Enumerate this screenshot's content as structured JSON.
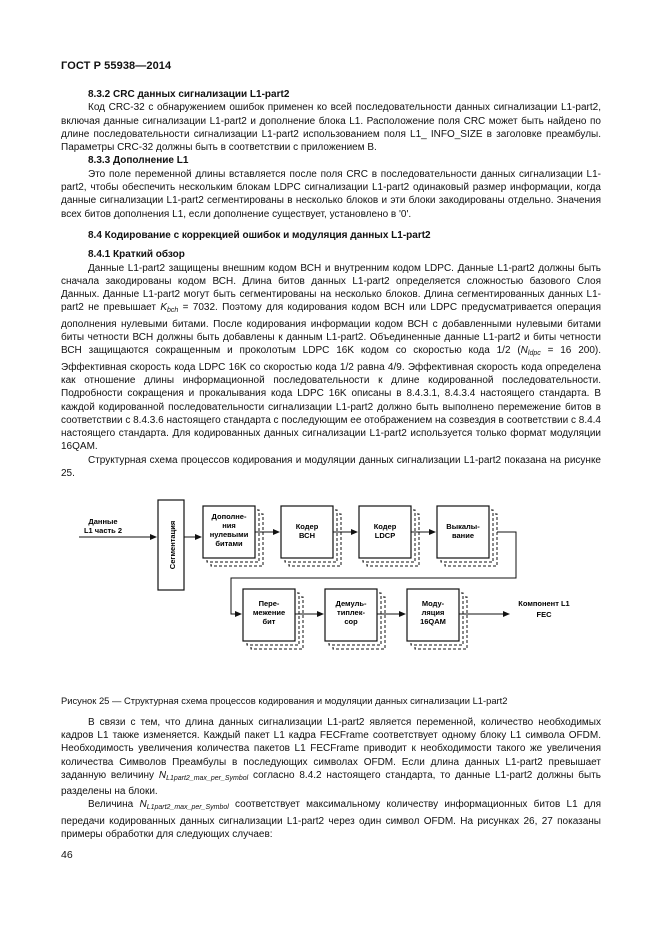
{
  "header": {
    "title": "ГОСТ Р 55938—2014"
  },
  "s832": {
    "heading": "8.3.2 CRC данных сигнализации L1-part2",
    "p1": "Код CRC-32 с обнаружением ошибок применен ко всей последовательности данных сигнализации L1-part2, включая данные сигнализации L1-part2 и дополнение блока L1. Расположение поля CRC может быть найдено по длине последовательности сигнализации L1-part2 использованием поля L1_ INFO_SIZE в заголовке преамбулы. Параметры CRC-32 должны быть в соответствии с приложением В."
  },
  "s833": {
    "heading": "8.3.3 Дополнение L1",
    "p1": "Это поле переменной длины вставляется после поля CRC в последовательности данных сигнализации L1-part2, чтобы обеспечить нескольким блокам LDPC сигнализации L1-part2 одинаковый размер информации, когда данные сигнализации L1-part2 сегментированы в несколько блоков и эти блоки закодированы отдельно. Значения всех битов дополнения L1, если дополнение существует, установлено в '0'."
  },
  "s84": {
    "heading": "8.4 Кодирование с коррекцией ошибок и модуляция данных L1-part2"
  },
  "s841": {
    "heading": "8.4.1 Краткий обзор",
    "p1_a": "Данные L1-part2 защищены внешним кодом ВСН и внутренним кодом LDPC. Данные L1-part2 должны быть сначала закодированы кодом ВСН. Длина битов данных L1-part2 определяется сложностью базового Слоя Данных. Данные L1-part2 могут быть сегментированы на несколько блоков. Длина сегментированных данных L1-part2 не превышает ",
    "kbch_sym": "K",
    "kbch_sub": "bch",
    "p1_b": " = 7032. Поэтому для кодирования кодом ВСН или LDPC предусматривается операция дополнения нулевыми битами. После кодирования информации кодом ВСН с добавленными нулевыми битами биты четности ВСН должны быть добавлены к данным L1-part2. Объединенные данные L1-part2 и биты четности ВСН защищаются сокращенным и проколотым LDPC 16K кодом со скоростью кода 1/2 (",
    "nldpc_sym": "N",
    "nldpc_sub": "ldpc",
    "p1_c": " = 16 200). Эффективная скорость кода LDPC 16K со скоростью кода 1/2 равна 4/9. Эффективная скорость кода определена как отношение длины информационной последовательности к длине кодированной последовательности. Подробности сокращения и прокалывания кода LDPC 16K описаны в 8.4.3.1, 8.4.3.4 настоящего стандарта. В каждой кодированной последовательности сигнализации L1-part2 должно быть выполнено перемежение битов в соответствии с 8.4.3.6 настоящего стандарта с последующим ее отображением на созвездия в соответствии с 8.4.4 настоящего стандарта. Для кодированных данных сигнализации L1-part2 используется только формат модуляции 16QAM.",
    "p2": "Структурная схема процессов кодирования и модуляции данных сигнализации L1-part2 показана на рисунке 25."
  },
  "diagram": {
    "input_label_1": "Данные",
    "input_label_2": "L1 часть 2",
    "segmentation": "Сегментация",
    "padding_1": "Дополне-",
    "padding_2": "ния",
    "padding_3": "нулевыми",
    "padding_4": "битами",
    "bch_1": "Кодер",
    "bch_2": "ВСН",
    "ldpc_1": "Кодер",
    "ldpc_2": "LDCP",
    "puncture_1": "Выкалы-",
    "puncture_2": "вание",
    "interleave_1": "Пере-",
    "interleave_2": "межение",
    "interleave_3": "бит",
    "demux_1": "Демуль-",
    "demux_2": "типлек-",
    "demux_3": "сор",
    "mod_1": "Моду-",
    "mod_2": "ляция",
    "mod_3": "16QAM",
    "output_1": "Компонент L1",
    "output_2": "FEC"
  },
  "figure": {
    "caption": "Рисунок 25 — Структурная схема процессов кодирования и модуляции данных сигнализации L1-part2"
  },
  "after": {
    "p1_a": "В связи с тем, что длина данных сигнализации L1-part2 является переменной, количество необходимых кадров L1 также изменяется. Каждый пакет L1 кадра FECFrame соответствует одному блоку L1 символа OFDM. Необходимость увеличения количества пакетов L1 FECFrame приводит к необходимости такого же увеличения количества Символов Преамбулы в последующих символах OFDM. Если длина данных L1-part2 превышает заданную величину ",
    "nsym": "N",
    "nsub": "L1part2_max_per_Symbol",
    "p1_b": " согласно 8.4.2 настоящего стандарта, то данные L1-part2 должны быть разделены на блоки.",
    "p2_a": "Величина ",
    "p2_b": " соответствует максимальному количеству информационных битов L1 для передачи кодированных данных сигнализации L1-part2 через один символ OFDM. На рисунках 26, 27 показаны примеры обработки для следующих случаев:"
  },
  "footer": {
    "page_number": "46"
  }
}
